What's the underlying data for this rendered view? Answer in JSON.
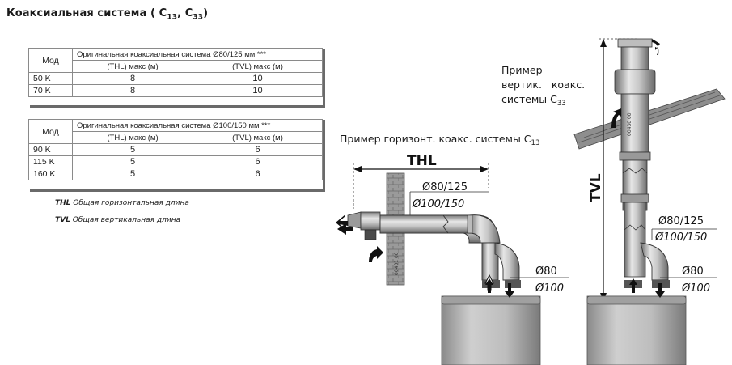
{
  "title": {
    "main": "Коаксиальная система ( С",
    "sub1": "13",
    "sep": ", С",
    "sub2": "33",
    "end": ")"
  },
  "table1": {
    "col_mod": "Мод",
    "header": "Оригинальная коаксиальная система Ø80/125 мм ***",
    "col_thl": "(THL) макс (м)",
    "col_tvl": "(TVL) макс (м)",
    "rows": [
      {
        "mod": "50 K",
        "thl": "8",
        "tvl": "10"
      },
      {
        "mod": "70 K",
        "thl": "8",
        "tvl": "10"
      }
    ]
  },
  "table2": {
    "col_mod": "Мод",
    "header": "Оригинальная коаксиальная система Ø100/150 мм ***",
    "col_thl": "(THL) макс (м)",
    "col_tvl": "(TVL) макс (м)",
    "rows": [
      {
        "mod": "90 K",
        "thl": "5",
        "tvl": "6"
      },
      {
        "mod": "115 K",
        "thl": "5",
        "tvl": "6"
      },
      {
        "mod": "160 K",
        "thl": "5",
        "tvl": "6"
      }
    ]
  },
  "legend": [
    {
      "abbr": "THL",
      "text": " Общая горизонтальная длина"
    },
    {
      "abbr": "TVL",
      "text": " Общая вертикальная длина"
    }
  ],
  "diagram": {
    "horiz_caption": "Пример горизонт. коакс. системы С",
    "horiz_caption_sub": "13",
    "vert_caption_l1": "Пример",
    "vert_caption_l2": "вертик.   коакс.",
    "vert_caption_l3": "системы С",
    "vert_caption_sub": "33",
    "thl": "THL",
    "tvl": "TVL",
    "d80_125": "Ø80/125",
    "d100_150": "Ø100/150",
    "d80": "Ø80",
    "d100": "Ø100",
    "code_h": "00431  00",
    "code_v": "00430  00"
  }
}
